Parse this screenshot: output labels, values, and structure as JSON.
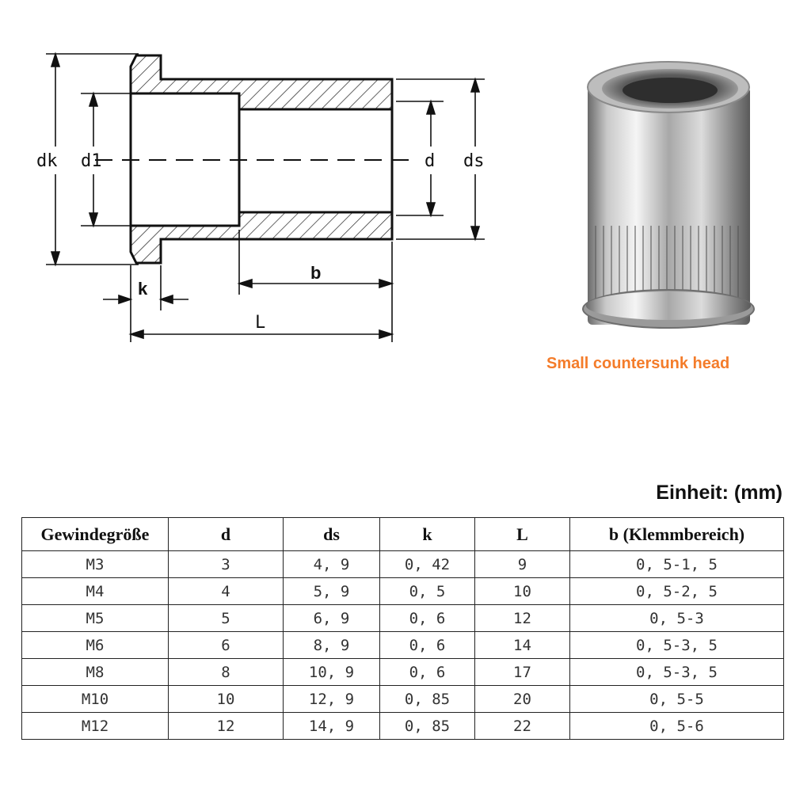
{
  "drawing": {
    "labels": {
      "dk": "dk",
      "d1": "d1",
      "d": "d",
      "ds": "ds",
      "k": "k",
      "b": "b",
      "L": "L"
    }
  },
  "photo": {
    "caption": "Small countersunk head"
  },
  "table": {
    "unit": "Einheit: (mm)",
    "headers": [
      "Gewindegröße",
      "d",
      "ds",
      "k",
      "L",
      "b (Klemmbereich)"
    ],
    "rows": [
      [
        "M3",
        "3",
        "4, 9",
        "0, 42",
        "9",
        "0, 5-1, 5"
      ],
      [
        "M4",
        "4",
        "5, 9",
        "0, 5",
        "10",
        "0, 5-2, 5"
      ],
      [
        "M5",
        "5",
        "6, 9",
        "0, 6",
        "12",
        "0, 5-3"
      ],
      [
        "M6",
        "6",
        "8, 9",
        "0, 6",
        "14",
        "0, 5-3, 5"
      ],
      [
        "M8",
        "8",
        "10, 9",
        "0, 6",
        "17",
        "0, 5-3, 5"
      ],
      [
        "M10",
        "10",
        "12, 9",
        "0, 85",
        "20",
        "0, 5-5"
      ],
      [
        "M12",
        "12",
        "14, 9",
        "0, 85",
        "22",
        "0, 5-6"
      ]
    ]
  }
}
